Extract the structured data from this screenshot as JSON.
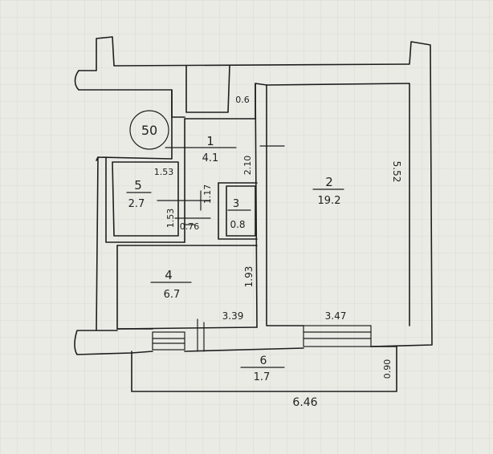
{
  "colors": {
    "paper": "#ebebe6",
    "grid": "#d6d6cf",
    "ink": "#1e1e1e"
  },
  "plan": {
    "rooms": [
      {
        "number": "1",
        "area": "4.1"
      },
      {
        "number": "2",
        "area": "19.2"
      },
      {
        "number": "3",
        "area": "0.8"
      },
      {
        "number": "4",
        "area": "6.7"
      },
      {
        "number": "5",
        "area": "2.7"
      },
      {
        "number": "6",
        "area": "1.7"
      }
    ],
    "dimensions": {
      "top_small": "0.6",
      "room2_right": "5.52",
      "room1_side": "2.10",
      "room5_top": "1.53",
      "room5_side": "1.53",
      "room3_side": "1.17",
      "doorway": "0.76",
      "room4_side": "1.93",
      "room4_bottom": "3.39",
      "room2_bottom": "3.47",
      "balcony_side": "0.90",
      "total_width": "6.46"
    },
    "circle_label": "50"
  }
}
